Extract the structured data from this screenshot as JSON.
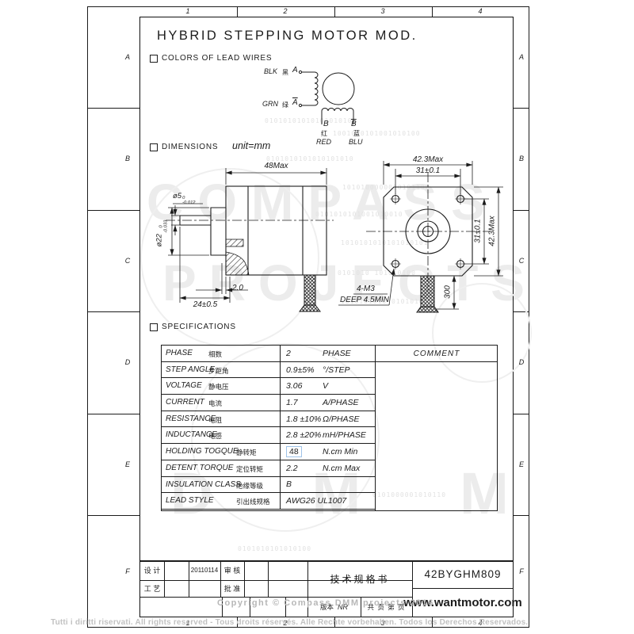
{
  "frame": {
    "zones_top": [
      "1",
      "2",
      "3",
      "4"
    ],
    "zones_bottom": [
      "1",
      "2",
      "3",
      "4"
    ],
    "zones_left": [
      "A",
      "B",
      "C",
      "D",
      "E",
      "F"
    ],
    "zones_right": [
      "A",
      "B",
      "C",
      "D",
      "E",
      "F"
    ]
  },
  "title": "HYBRID STEPPING MOTOR MOD.",
  "lead_wires": {
    "section_label": "COLORS OF LEAD WIRES",
    "a": {
      "color": "BLK",
      "cn": "黑",
      "terminal": "A"
    },
    "a_bar": {
      "color": "GRN",
      "cn": "绿",
      "terminal": "A"
    },
    "b": {
      "terminal": "B",
      "cn": "红",
      "color": "RED"
    },
    "b_bar": {
      "terminal": "B",
      "cn": "蓝",
      "color": "BLU"
    }
  },
  "dimensions": {
    "section_label": "DIMENSIONS",
    "unit_note": "unit=mm",
    "side_view": {
      "length": "48Max",
      "shaft_dia_base": "ø5",
      "shaft_dia_tol_top": "0",
      "shaft_dia_tol_bot": "-0.012",
      "pilot_dia_base": "ø22",
      "pilot_dia_tol_top": "0",
      "pilot_dia_tol_bot": "-0.033",
      "pilot_height": "2.0",
      "shaft_length": "24±0.5"
    },
    "front_view": {
      "width": "42.3Max",
      "hole_spacing": "31±0.1",
      "height": "42.3Max",
      "hole_spacing_v": "31±0.1",
      "mounting_note_1": "4-M3",
      "mounting_note_2": "DEEP 4.5MIN",
      "cable_length": "300"
    }
  },
  "spec_table": {
    "section_label": "SPECIFICATIONS",
    "comment_header": "COMMENT",
    "rows": [
      {
        "en": "PHASE",
        "cn": "相数",
        "value": "2",
        "unit": "PHASE"
      },
      {
        "en": "STEP ANGLE",
        "cn": "步距角",
        "value": "0.9±5%",
        "unit": "°/STEP"
      },
      {
        "en": "VOLTAGE",
        "cn": "静电压",
        "value": "3.06",
        "unit": "V"
      },
      {
        "en": "CURRENT",
        "cn": "电流",
        "value": "1.7",
        "unit": "A/PHASE"
      },
      {
        "en": "RESISTANCE",
        "cn": "电阻",
        "value": "1.8 ±10%",
        "unit": "Ω/PHASE"
      },
      {
        "en": "INDUCTANCE",
        "cn": "电感",
        "value": "2.8 ±20%",
        "unit": "mH/PHASE"
      },
      {
        "en": "HOLDING TOGQUE",
        "cn": "静转矩",
        "value": "48",
        "unit": "N.cm Min"
      },
      {
        "en": "DETENT TORQUE",
        "cn": "定位转矩",
        "value": "2.2",
        "unit": "N.cm Max"
      },
      {
        "en": "INSULATION CLASS",
        "cn": "绝缘等级",
        "value": "B",
        "unit": ""
      },
      {
        "en": "LEAD STYLE",
        "cn": "引出线规格",
        "value": "AWG26 UL1007",
        "unit": ""
      }
    ]
  },
  "title_block": {
    "design_label": "设 计",
    "date": "20110114",
    "check_label": "审 核",
    "process_label": "工 艺",
    "approve_label": "批 准",
    "doc_title": "技术规格书",
    "version_label": "版本",
    "version_value": "NR",
    "pages_label": "共 页 第 页",
    "model": "42BYGHM809",
    "website": "www.wantmotor.com"
  },
  "watermark": {
    "ghost_line1": "COMPASS",
    "ghost_line2": "PROJECTS",
    "ghost_line3": "DMM",
    "copyright": "Copyright © Compass DMM projects  2016",
    "rights": "Tutti i diritti riservati. All rights reserved - Tous droits réservés. Alle Rechte vorbehalten. Todos los Derechos Reservados.",
    "streams": [
      "0101010101010101010",
      "1001010101001010100",
      "0101010101010101010",
      "1010100000010101100",
      "0101010101001010010",
      "1010101010101010101",
      "0101010 101010100",
      "1010101010 0101010",
      "0101000001010110",
      "0101010101010100"
    ]
  }
}
